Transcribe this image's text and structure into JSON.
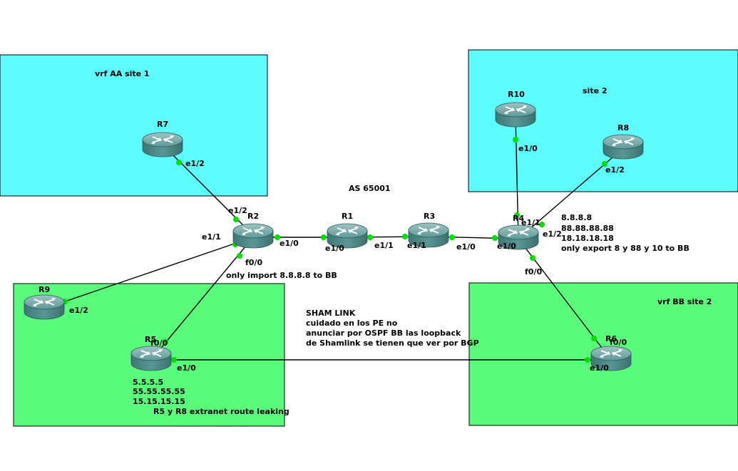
{
  "colors": {
    "area_vrf_aa": "#5cfcfc",
    "area_site2": "#5cfcfc",
    "area_green": "#59fb7a",
    "link_dot": "#00e000",
    "router_body": "#4f8f8f"
  },
  "areas": {
    "vrf_aa_site1": "vrf AA site 1",
    "site2": "site 2",
    "vrf_bb_site2": "vrf BB site 2"
  },
  "labels": {
    "as": "AS 65001",
    "sham_link": [
      "SHAM LINK",
      "cuidado en los PE no",
      "anunciar por OSPF BB las loopback",
      "de Shamlink se tienen que ver por BGP"
    ],
    "r4_notes": [
      "8.8.8.8",
      "88.88.88.88",
      "18.18.18.18",
      "only export 8 y 88 y 10 to BB"
    ],
    "r2_note": "only import 8.8.8.8 to BB",
    "r5_notes": [
      "5.5.5.5",
      "55.55.55.55",
      "15.15.15.15"
    ],
    "r5_r8_note": "R5 y R8 extranet route leaking"
  },
  "routers": {
    "R1": "R1",
    "R2": "R2",
    "R3": "R3",
    "R4": "R4",
    "R5": "R5",
    "R6": "R6",
    "R7": "R7",
    "R8": "R8",
    "R9": "R9",
    "R10": "R10"
  },
  "interfaces": {
    "r7_e12": "e1/2",
    "r2_e12": "e1/2",
    "r2_e11": "e1/1",
    "r2_e10": "e1/0",
    "r2_f00": "f0/0",
    "r1_e10": "e1/0",
    "r1_e11": "e1/1",
    "r3_e11": "e1/1",
    "r3_e10": "e1/0",
    "r4_e10": "e1/0",
    "r4_e11": "e1/1",
    "r4_e12": "e1/2",
    "r4_f00": "f0/0",
    "r10_e10": "e1/0",
    "r8_e12": "e1/2",
    "r9_e12": "e1/2",
    "r5_f00": "f0/0",
    "r5_e10": "e1/0",
    "r6_f00": "f0/0",
    "r6_e10": "e1/0"
  },
  "icons": {
    "router": "router-icon"
  }
}
